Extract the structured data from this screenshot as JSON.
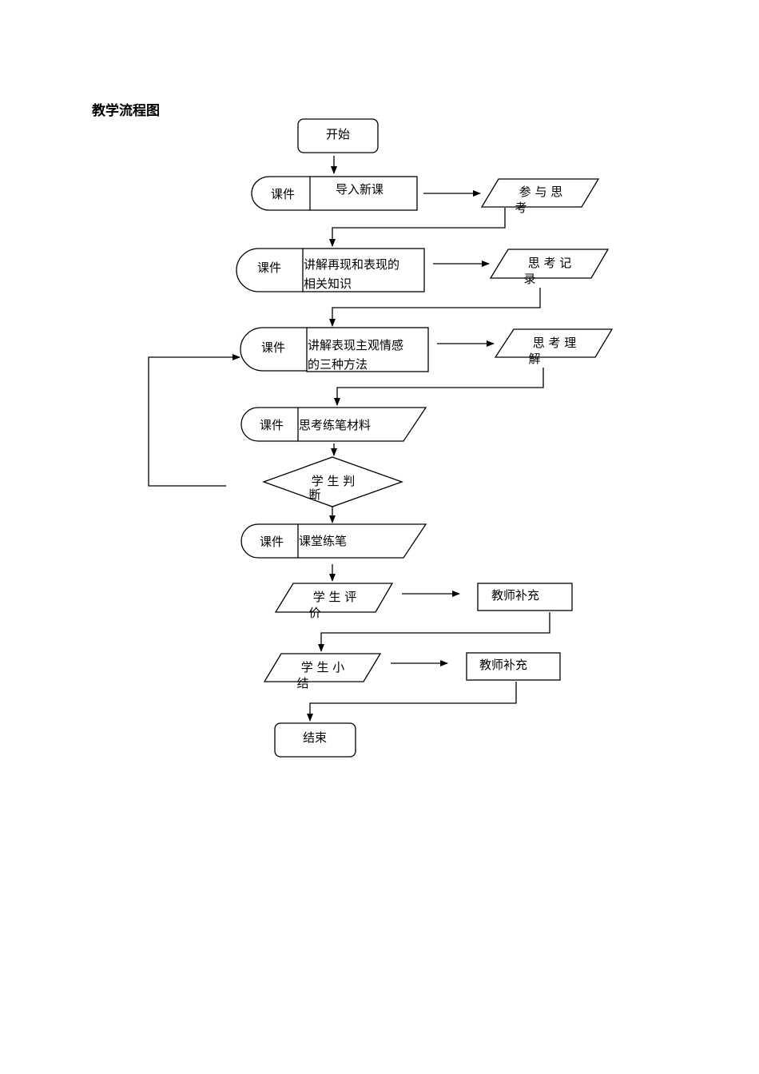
{
  "title": "教学流程图",
  "nodes": {
    "start": "开始",
    "courseware1": "课件",
    "intro": "导入新课",
    "participate": [
      "参 与 思",
      "考"
    ],
    "courseware2": "课件",
    "explain1": [
      "讲解再现和表现的",
      "相关知识"
    ],
    "record": [
      "思 考 记",
      "录"
    ],
    "courseware3": "课件",
    "explain2": [
      "讲解表现主观情感",
      "的三种方法"
    ],
    "understand": [
      "思 考 理",
      "解"
    ],
    "courseware4": "课件",
    "material": "思考练笔材料",
    "judge": [
      "学 生 判",
      "断"
    ],
    "courseware5": "课件",
    "practice": "课堂练笔",
    "evaluate": [
      "学 生 评",
      "价"
    ],
    "teacher1": "教师补充",
    "summary": [
      "学 生 小",
      "结"
    ],
    "teacher2": "教师补充",
    "end": "结束"
  }
}
